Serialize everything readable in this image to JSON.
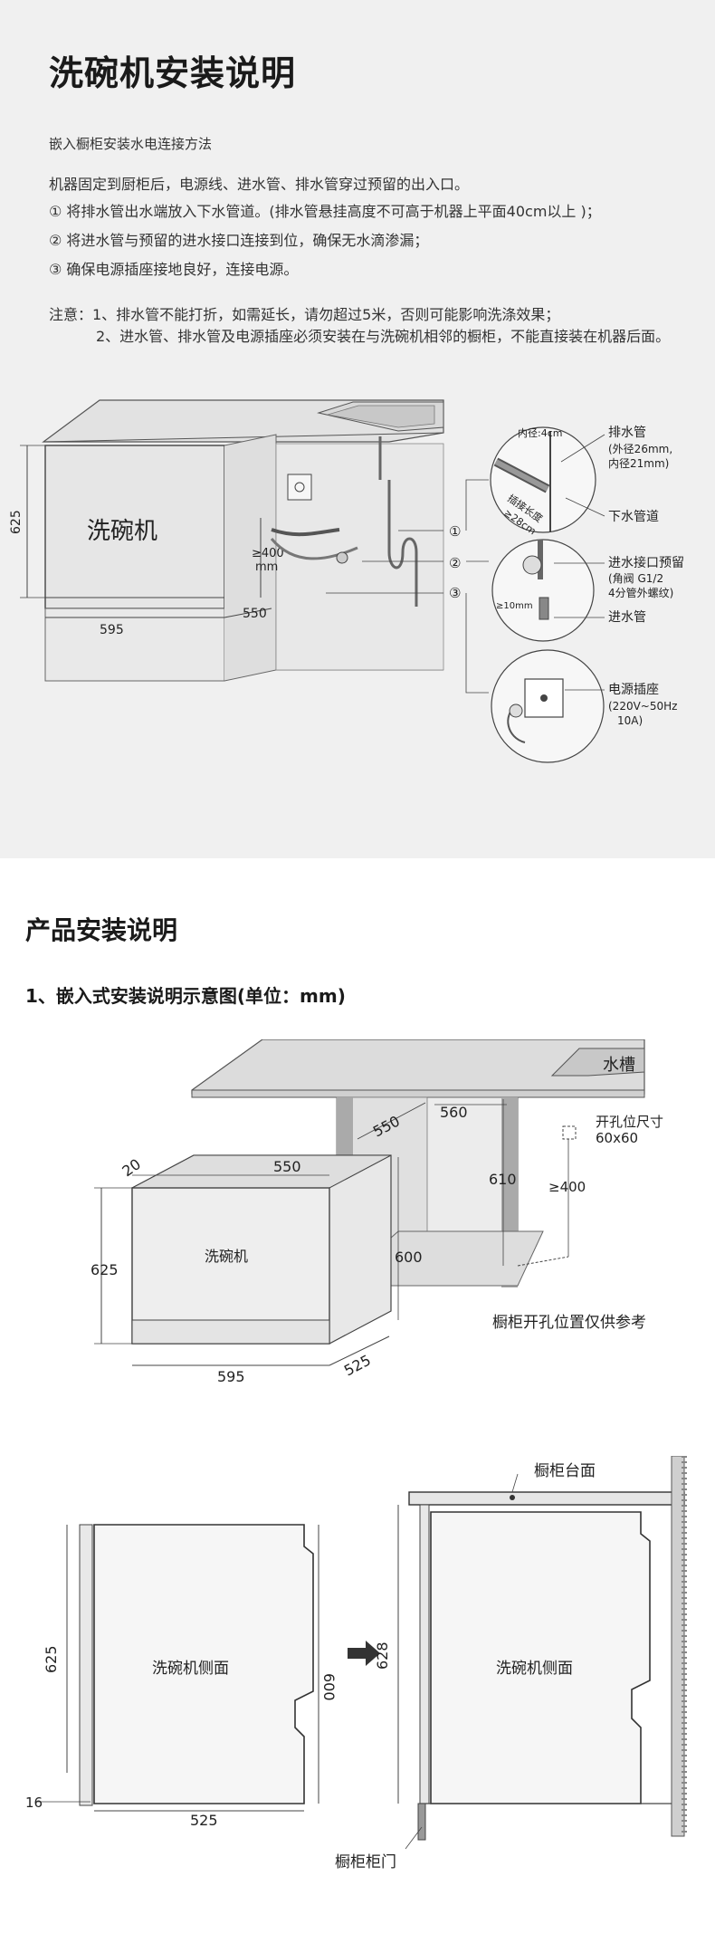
{
  "section1": {
    "title": "洗碗机安装说明",
    "subtitle": "嵌入橱柜安装水电连接方法",
    "lines": [
      "机器固定到厨柜后，电源线、进水管、排水管穿过预留的出入口。",
      "① 将排水管出水端放入下水管道。(排水管悬挂高度不可高于机器上平面40cm以上 )；",
      "② 将进水管与预留的进水接口连接到位，确保无水滴渗漏；",
      "③ 确保电源插座接地良好，连接电源。"
    ],
    "notes": [
      "注意：1、排水管不能打折，如需延长，请勿超过5米，否则可能影响洗涤效果；",
      "2、进水管、排水管及电源插座必须安装在与洗碗机相邻的橱柜，不能直接装在机器后面。"
    ],
    "diagram": {
      "machine_label": "洗碗机",
      "height": "625",
      "width": "595",
      "depth": "550",
      "gap_label_1": "≥400",
      "gap_label_2": "mm",
      "marker_1": "①",
      "marker_2": "②",
      "marker_3": "③",
      "drain_inner": "内径:4cm",
      "drain_insert_1": "插接长度",
      "drain_insert_2": "≥28cm",
      "drain_pipe_title": "排水管",
      "drain_pipe_spec_1": "(外径26mm,",
      "drain_pipe_spec_2": "内径21mm)",
      "sewer_pipe": "下水管道",
      "inlet_title": "进水接口预留",
      "inlet_spec_1": "(角阀 G1/2",
      "inlet_spec_2": "4分管外螺纹)",
      "inlet_gap": "≥10mm",
      "inlet_pipe": "进水管",
      "socket_title": "电源插座",
      "socket_spec_1": "(220V~50Hz",
      "socket_spec_2": "10A)"
    }
  },
  "section2": {
    "title": "产品安装说明",
    "subtitle": "1、嵌入式安装说明示意图(单位：mm)",
    "top_diagram": {
      "sink": "水槽",
      "d560": "560",
      "d550a": "550",
      "d550b": "550",
      "d610": "610",
      "d20": "20",
      "d625": "625",
      "machine": "洗碗机",
      "d600": "600",
      "d595": "595",
      "d525": "525",
      "hole_title": "开孔位尺寸",
      "hole_size": "60x60",
      "d400": "≥400",
      "hole_ref": "橱柜开孔位置仅供参考"
    },
    "bottom_diagram": {
      "countertop": "橱柜台面",
      "left_side": "洗碗机侧面",
      "right_side": "洗碗机侧面",
      "d625": "625",
      "d600": "600",
      "d628": "628",
      "d16": "16",
      "d525": "525",
      "door": "橱柜柜门"
    }
  }
}
